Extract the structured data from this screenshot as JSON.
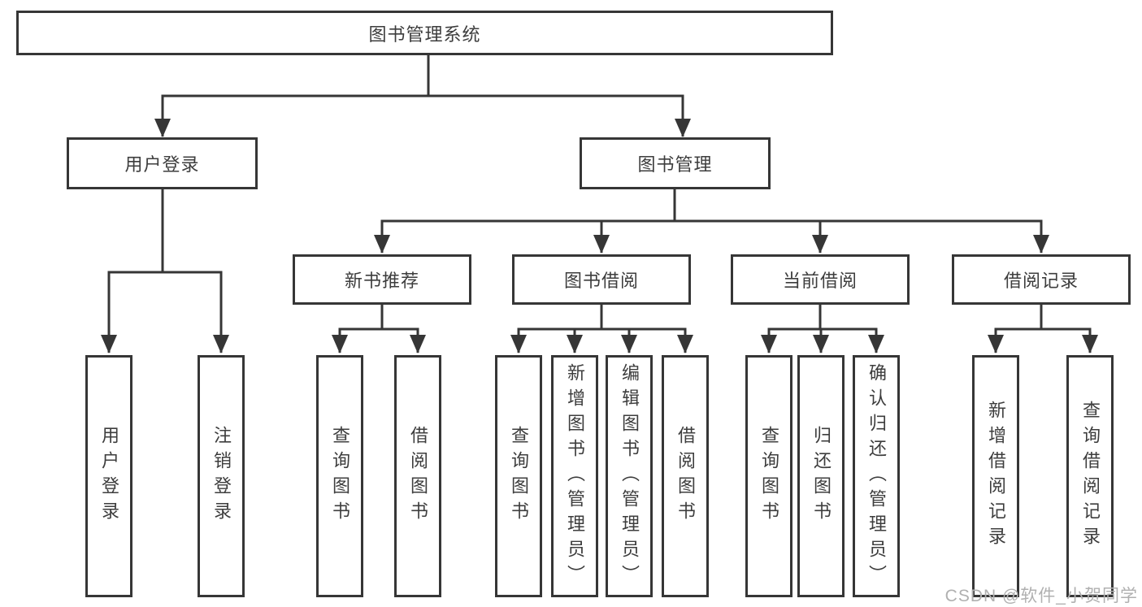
{
  "diagram": {
    "type": "hierarchy-tree",
    "colors": {
      "line": "#363636",
      "border": "#363636",
      "text": "#3d3d3d",
      "background": "#ffffff",
      "watermark": "#b0b0b0"
    },
    "nodes": {
      "root": {
        "id": "library-management-system",
        "label": "图书管理系统"
      },
      "level2": [
        {
          "id": "user-login-module",
          "label": "用户登录",
          "parent": "library-management-system"
        },
        {
          "id": "book-management-module",
          "label": "图书管理",
          "parent": "library-management-system"
        }
      ],
      "level3": [
        {
          "id": "new-book-recommendation",
          "label": "新书推荐",
          "parent": "book-management-module"
        },
        {
          "id": "book-borrowing",
          "label": "图书借阅",
          "parent": "book-management-module"
        },
        {
          "id": "current-borrowing",
          "label": "当前借阅",
          "parent": "book-management-module"
        },
        {
          "id": "borrowing-records",
          "label": "借阅记录",
          "parent": "book-management-module"
        }
      ],
      "leaves": [
        {
          "id": "user-login",
          "label": "用户登录",
          "parent": "user-login-module"
        },
        {
          "id": "logout",
          "label": "注销登录",
          "parent": "user-login-module"
        },
        {
          "id": "query-books-recommend",
          "label": "查询图书",
          "parent": "new-book-recommendation"
        },
        {
          "id": "borrow-books-recommend",
          "label": "借阅图书",
          "parent": "new-book-recommendation"
        },
        {
          "id": "query-books-borrowing",
          "label": "查询图书",
          "parent": "book-borrowing"
        },
        {
          "id": "add-books-admin",
          "label": "新增图书（管理员）",
          "parent": "book-borrowing"
        },
        {
          "id": "edit-books-admin",
          "label": "编辑图书（管理员）",
          "parent": "book-borrowing"
        },
        {
          "id": "borrow-books-borrowing",
          "label": "借阅图书",
          "parent": "book-borrowing"
        },
        {
          "id": "query-books-current",
          "label": "查询图书",
          "parent": "current-borrowing"
        },
        {
          "id": "return-books",
          "label": "归还图书",
          "parent": "current-borrowing"
        },
        {
          "id": "confirm-return-admin",
          "label": "确认归还（管理员）",
          "parent": "current-borrowing"
        },
        {
          "id": "add-borrow-record",
          "label": "新增借阅记录",
          "parent": "borrowing-records"
        },
        {
          "id": "query-borrow-record",
          "label": "查询借阅记录",
          "parent": "borrowing-records"
        }
      ]
    }
  },
  "watermark": "CSDN @软件_小贺同学"
}
